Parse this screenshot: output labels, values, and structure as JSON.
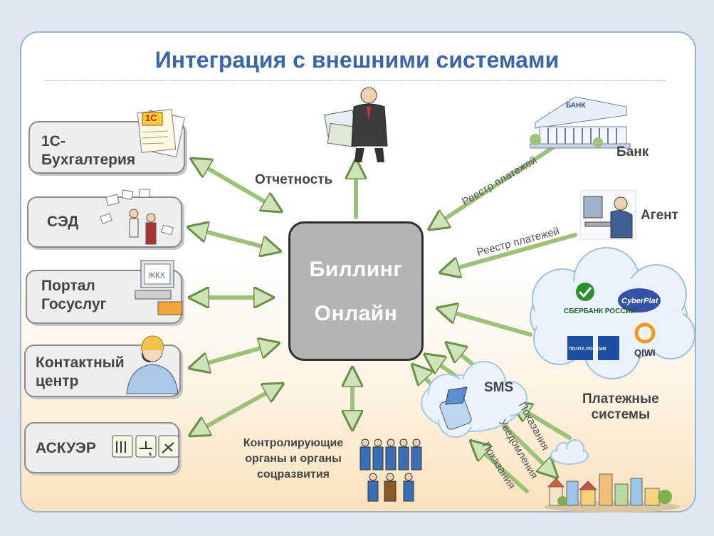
{
  "title": "Интеграция с внешними системами",
  "center": {
    "line1": "Биллинг",
    "line2": "Онлайн"
  },
  "left_boxes": [
    {
      "label": "1С-\nБухгалтерия"
    },
    {
      "label": "СЭД"
    },
    {
      "label": "Портал\nГосуслуг"
    },
    {
      "label": "Контактный\nцентр"
    },
    {
      "label": "АСКУЭР"
    }
  ],
  "top": {
    "reporting": "Отчетность"
  },
  "right": {
    "bank": "Банк",
    "agent": "Агент",
    "payment_registry_1": "Реестр платежей",
    "payment_registry_2": "Реестр платежей",
    "payment_systems": "Платежные\nсистемы",
    "payment_logos": [
      "СБЕРБАНК РОССИИ",
      "CyberPlat",
      "ПОЧТА РОССИИ",
      "QIWI"
    ]
  },
  "bottom": {
    "sms": "SMS",
    "authorities": "Контролирующие\nорганы и органы\nсоцразвития",
    "readings_1": "Показания",
    "notifications": "Уведомления",
    "readings_2": "Показания"
  },
  "picture_text": {
    "onec_logo": "1С",
    "bank_sign": "БАНК",
    "portal_screen": "ЖКХ"
  }
}
